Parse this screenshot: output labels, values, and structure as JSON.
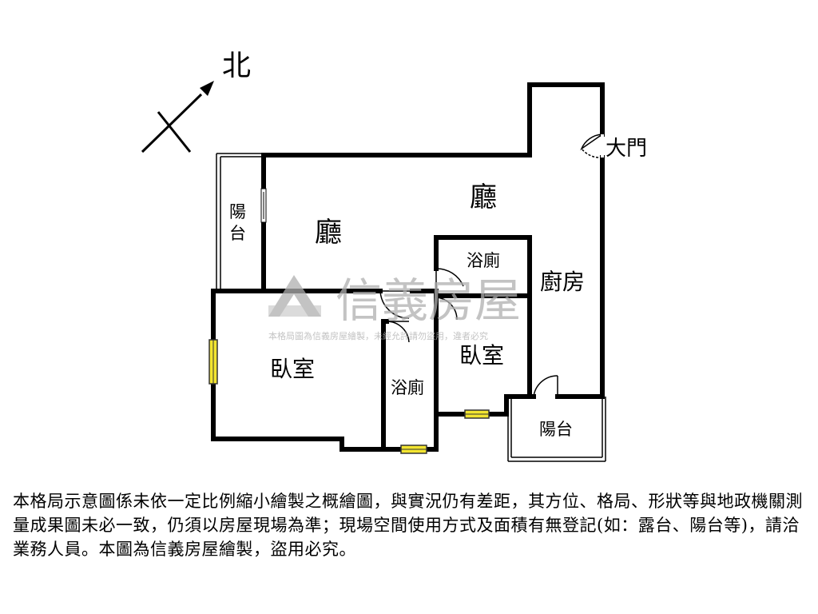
{
  "compass": {
    "label": "北"
  },
  "rooms": {
    "living_main": "廳",
    "living_left": "廳",
    "kitchen": "廚房",
    "bath_upper": "浴廁",
    "bath_lower": "浴廁",
    "bedroom_left": "臥室",
    "bedroom_right": "臥室",
    "balcony_left": "陽台",
    "balcony_right": "陽台"
  },
  "main_door": "大門",
  "watermark": {
    "brand": "信義房屋",
    "small": "本格局圖為信義房屋繪製，未經允許請勿盜用，違者必究"
  },
  "disclaimer": "本格局示意圖係未依一定比例縮小繪製之概繪圖，與實況仍有差距，其方位、格局、形狀等與地政機關測量成果圖未必一致，仍須以房屋現場為準；現場空間使用方式及面積有無登記(如：露台、陽台等)，請洽業務人員。本圖為信義房屋繪製，盜用必究。",
  "colors": {
    "wall": "#000000",
    "window": "#f2e430",
    "watermark": "#b0b0b0"
  }
}
